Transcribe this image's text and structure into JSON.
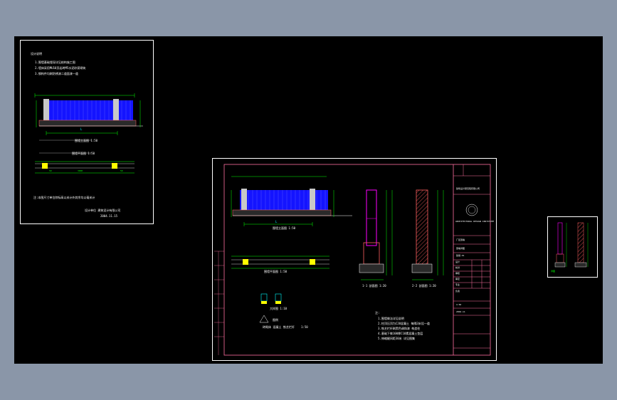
{
  "viewer": {
    "canvas_color": "#000000",
    "background_color": "#8a96a8",
    "accent_colors": {
      "fence": "#1414ff",
      "dimension": "#00ff00",
      "pillar": "#ff00ff",
      "hatch": "#ff6060",
      "frame": "#ff6ea0",
      "text": "#ffffff",
      "label": "#00ffff"
    }
  },
  "sheet_left": {
    "heading": "设计说明",
    "notes": [
      "1.围墙基础埋深详见结构施工图",
      "  2.墙体采用MU10页岩砖M5水泥砂浆砌筑",
      "  3.钢构件均刷防锈漆二道面漆一道"
    ],
    "elevation_label": "围墙立面图 1:50",
    "plan_label": "围墙平面图 1:50",
    "footer_note": "注:本图尺寸单位除标高以米计外其余均以毫米计",
    "signature_line": "设计单位 建筑设计有限公司",
    "date": "2004.11.15",
    "dim_L": "L",
    "plan_dims": [
      "50",
      "3000",
      "50"
    ]
  },
  "sheet_main": {
    "elevation_label": "围墙立面图 1:50",
    "plan_label": "围墙平面图 1:50",
    "section_a_label": "1-1 剖面图 1:20",
    "section_b_label": "2-2 剖面图 1:20",
    "detail_label": "大样图 1:10",
    "legend_label": "图例",
    "dim_L": "L",
    "notes_heading": "注:",
    "notes": [
      "1.围墙做法详见说明",
      "2.柱顶压顶为C20混凝土 每隔3米设一道",
      "3.铁艺栏杆刷黑色调和漆 构造柱",
      "4.基础下做100厚C10素混凝土垫层",
      "5.伸缩缝间距30米 详见图集"
    ],
    "legend_note": "砖砌体 混凝土 铁艺栏杆",
    "legend_code": "1:50",
    "title_block": {
      "company": "建筑设计研究院有限公司",
      "company_en": "ARCHITECTURAL DESIGN INSTITUTE",
      "project": "厂区围墙",
      "drawing": "围墙详图",
      "drawing_no": "建施-01",
      "scale": "1:50",
      "date": "2004.11",
      "rows": [
        "设计",
        "校对",
        "审核",
        "审定",
        "专业",
        "负责"
      ]
    }
  },
  "sheet_right": {
    "label": "详图"
  }
}
